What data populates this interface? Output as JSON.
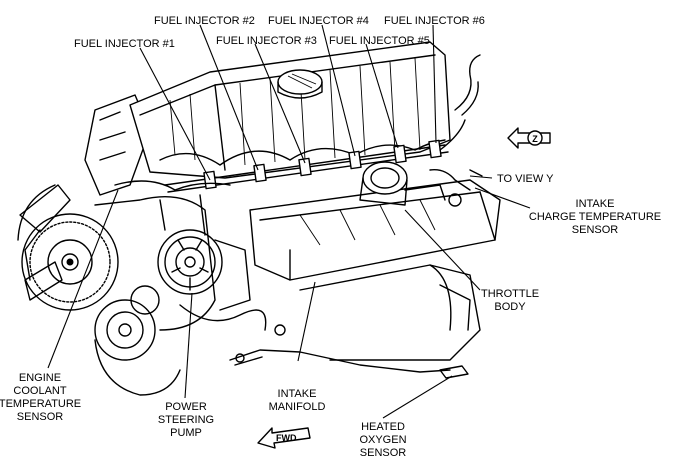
{
  "labels": {
    "fuel_injector_1": "FUEL INJECTOR #1",
    "fuel_injector_2": "FUEL INJECTOR #2",
    "fuel_injector_3": "FUEL INJECTOR #3",
    "fuel_injector_4": "FUEL INJECTOR #4",
    "fuel_injector_5": "FUEL INJECTOR #5",
    "fuel_injector_6": "FUEL INJECTOR #6",
    "to_view_y": "TO VIEW Y",
    "view_marker": "Z",
    "intake_charge_temp_sensor": [
      "INTAKE",
      "CHARGE TEMPERATURE",
      "SENSOR"
    ],
    "throttle_body": [
      "THROTTLE",
      "BODY"
    ],
    "engine_coolant_temp_sensor": [
      "ENGINE",
      "COOLANT",
      "TEMPERATURE",
      "SENSOR"
    ],
    "power_steering_pump": [
      "POWER",
      "STEERING",
      "PUMP"
    ],
    "intake_manifold": [
      "INTAKE",
      "MANIFOLD"
    ],
    "fwd_arrow": "FWD",
    "heated_oxygen_sensor": [
      "HEATED",
      "OXYGEN",
      "SENSOR"
    ]
  }
}
